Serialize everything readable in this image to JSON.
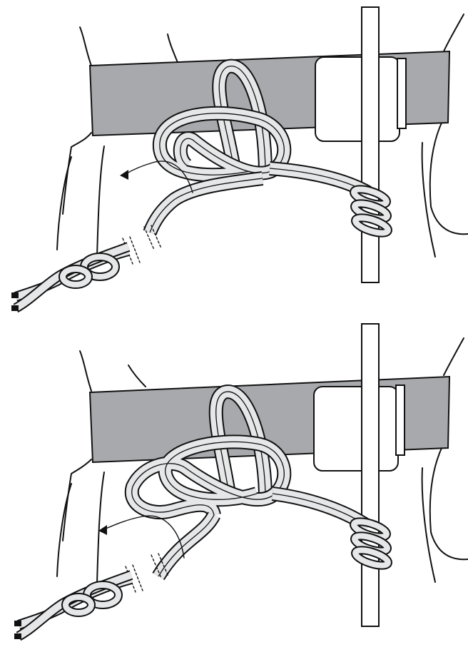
{
  "figure": {
    "panels": [
      {
        "id": "step-1",
        "loop_count": 1
      },
      {
        "id": "step-2",
        "loop_count": 2
      }
    ]
  },
  "colors": {
    "background": "#ffffff",
    "belt": "#a7a9ac",
    "rope_fill": "#e6e7e8",
    "outline": "#111111",
    "buckle": "#ffffff"
  },
  "icons": {
    "direction_arrow": "arrow-left-icon",
    "figure_eight_knot": "figure-eight-knot-icon",
    "cut_marks": "rope-break-marks-icon"
  }
}
